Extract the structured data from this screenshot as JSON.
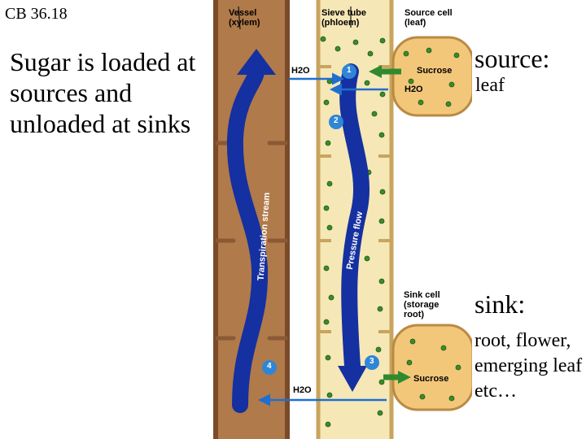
{
  "slide": {
    "code": "CB 36.18",
    "caption": "Sugar is loaded at sources and unloaded at sinks",
    "source_heading": "source:",
    "source_detail": "leaf",
    "sink_heading": "sink:",
    "sink_detail": "root, flower, emerging leaf etc…"
  },
  "diagram": {
    "vessel_label": [
      "Vessel",
      "(xylem)"
    ],
    "sieve_label": [
      "Sieve tube",
      "(phloem)"
    ],
    "source_cell_label": [
      "Source cell",
      "(leaf)"
    ],
    "sink_cell_label": [
      "Sink cell",
      "(storage",
      "root)"
    ],
    "sucrose_top": "Sucrose",
    "sucrose_bottom": "Sucrose",
    "h2o_in_top": "H2O",
    "h2o_out_top": "H2O",
    "h2o_bottom": "H2O",
    "transpiration_label": "Transpiration stream",
    "pressure_label": "Pressure flow",
    "steps": [
      "1",
      "2",
      "3",
      "4"
    ],
    "colors": {
      "xylem_tan": "#b07a4a",
      "xylem_wall": "#7a4a2a",
      "phloem_cream": "#f6e7b6",
      "cell_orange": "#f3c77a",
      "flow_blue": "#1530a0",
      "sucrose_dot": "#3a8c2a",
      "green_arrow": "#2f8a2f",
      "step_blue": "#2f86d6"
    },
    "icons": [
      "blue-flow-arrow",
      "green-arrow",
      "sucrose-dot",
      "step-badge"
    ]
  }
}
